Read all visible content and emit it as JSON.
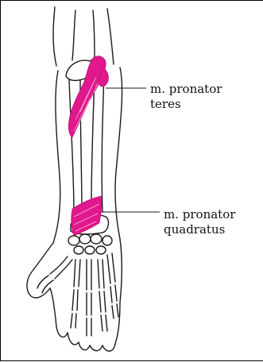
{
  "labels": {
    "pronator_teres": {
      "line1": "m. pronator",
      "line2": "teres"
    },
    "pronator_quadratus": {
      "line1": "m. pronator",
      "line2": "quadratus"
    }
  },
  "colors": {
    "muscle": "#e0188c",
    "outline": "#1a1a1a",
    "background": "#ffffff"
  }
}
